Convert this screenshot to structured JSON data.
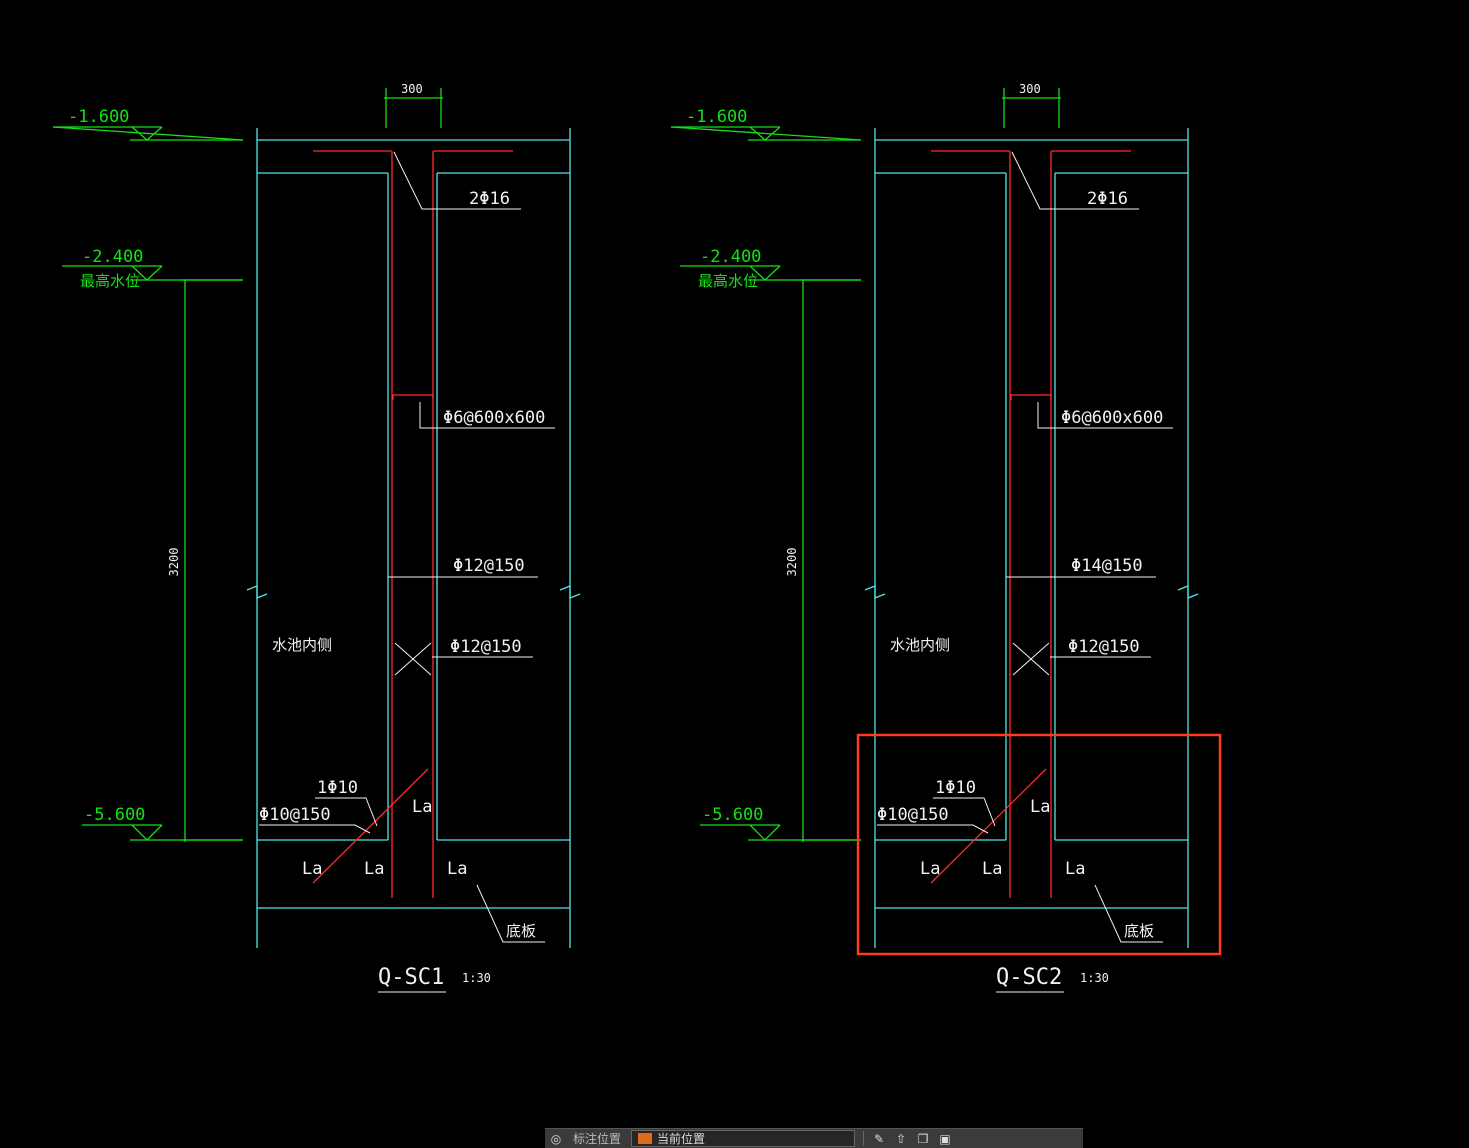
{
  "colors": {
    "concrete": "#4ee6e6",
    "rebar": "#ff2a2a",
    "dimension": "#16e016",
    "text": "#f2f2f2",
    "highlight": "#ff3b1f",
    "layer_swatch": "#e06a1a"
  },
  "detail_left": {
    "elev_top": "-1.600",
    "elev_water": "-2.400",
    "water_label": "最高水位",
    "elev_bottom": "-5.600",
    "dim_width": "300",
    "dim_height": "3200",
    "top_bars": "2Φ16",
    "tie_bars": "Φ6@600x600",
    "horiz_bars": "Φ12@150",
    "vert_bars": "Φ12@150",
    "inner_side": "水池内侧",
    "corner_bar": "1Φ10",
    "haunch_bars": "Φ10@150",
    "la": "La",
    "base_slab": "底板",
    "title": "Q-SC1",
    "scale": "1:30"
  },
  "detail_right": {
    "elev_top": "-1.600",
    "elev_water": "-2.400",
    "water_label": "最高水位",
    "elev_bottom": "-5.600",
    "dim_width": "300",
    "dim_height": "3200",
    "top_bars": "2Φ16",
    "tie_bars": "Φ6@600x600",
    "horiz_bars": "Φ14@150",
    "vert_bars": "Φ12@150",
    "inner_side": "水池内侧",
    "corner_bar": "1Φ10",
    "haunch_bars": "Φ10@150",
    "la": "La",
    "base_slab": "底板",
    "title": "Q-SC2",
    "scale": "1:30"
  },
  "statusbar": {
    "layer_label": "标注位置",
    "current_layer": "当前位置"
  }
}
